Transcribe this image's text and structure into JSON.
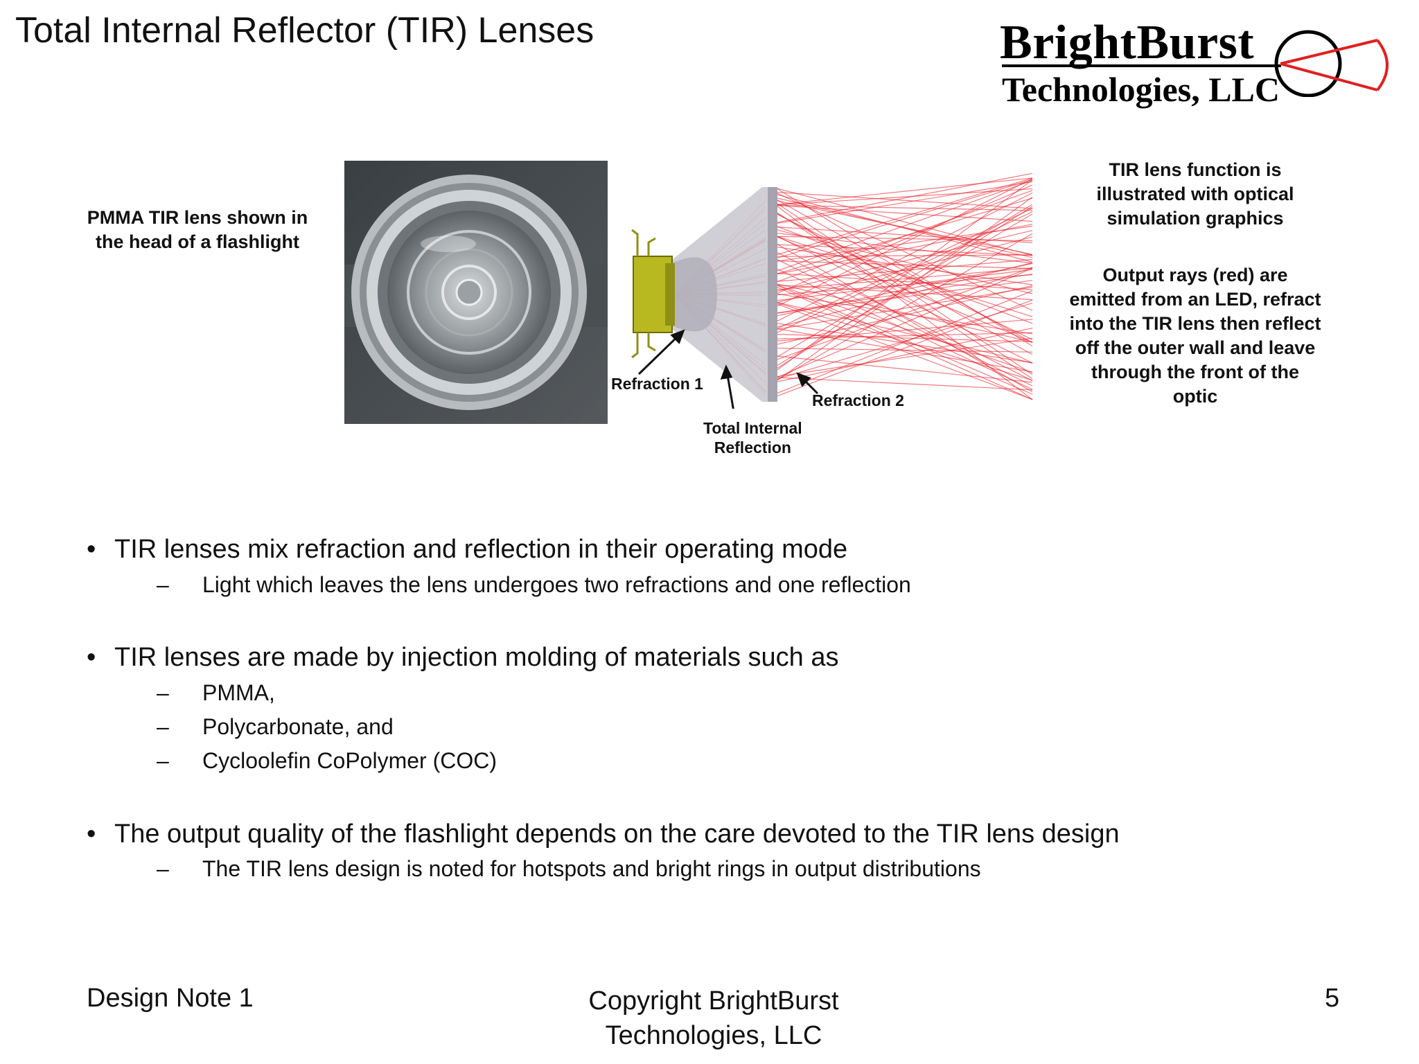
{
  "title": "Total Internal Reflector (TIR) Lenses",
  "logo": {
    "name": "BrightBurst",
    "subtitle": "Technologies, LLC",
    "accent_color": "#e02020"
  },
  "photo_caption": "PMMA TIR lens shown in the head of a flashlight",
  "diagram": {
    "labels": {
      "refraction1": "Refraction 1",
      "refraction2": "Refraction 2",
      "tir_line1": "Total Internal",
      "tir_line2": "Reflection"
    },
    "ray_color": "#e8202a",
    "led_color": "#b8b820"
  },
  "side_notes": [
    "TIR lens function is illustrated with optical simulation graphics",
    "Output rays (red) are emitted from an LED, refract into the TIR lens then reflect off the outer wall and leave through the front of the optic"
  ],
  "bullets": [
    {
      "text": "TIR lenses mix refraction and reflection in their operating mode",
      "subs": [
        "Light which leaves the lens undergoes two refractions and one reflection"
      ]
    },
    {
      "text": "TIR lenses are made by injection molding of materials such as",
      "subs": [
        "PMMA,",
        "Polycarbonate, and",
        "Cycloolefin CoPolymer (COC)"
      ]
    },
    {
      "text": "The output quality of the flashlight depends on the care devoted to the TIR lens design",
      "subs": [
        "The TIR lens design is noted for hotspots and  bright rings in output distributions"
      ]
    }
  ],
  "footer": {
    "left": "Design Note 1",
    "center_line1": "Copyright BrightBurst",
    "center_line2": "Technologies, LLC",
    "page": "5"
  }
}
